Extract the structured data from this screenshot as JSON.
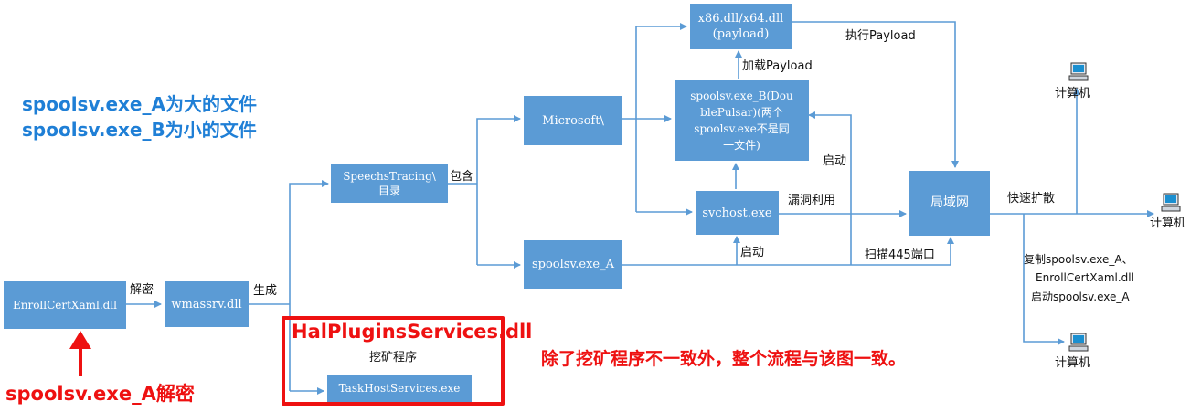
{
  "notes": {
    "a_large": "spoolsv.exe_A为大的文件",
    "b_small": "spoolsv.exe_B为小的文件",
    "decrypt": "spoolsv.exe_A解密",
    "halplugins": "HalPluginsServices.dll",
    "consistency": "除了挖矿程序不一致外，整个流程与该图一致。"
  },
  "nodes": {
    "enrollcert": "EnrollCertXaml.dll",
    "wmassrv": "wmassrv.dll",
    "speechstracing": "SpeechsTracing\\\n目录",
    "microsoft": "Microsoft\\",
    "spoolsv_a": "spoolsv.exe_A",
    "payload": "x86.dll/x64.dll\n(payload)",
    "spoolsv_b": "spoolsv.exe_B(Dou\nblePulsar)(两个\nspoolsv.exe不是同\n一文件)",
    "svchost": "svchost.exe",
    "lan": "局域网",
    "taskhost": "TaskHostServices.exe"
  },
  "labels": {
    "decrypt": "解密",
    "generate": "生成",
    "contains": "包含",
    "exec_payload": "执行Payload",
    "load_payload": "加载Payload",
    "start_b": "启动",
    "exploit": "漏洞利用",
    "start_svchost": "启动",
    "scan": "扫描445端口",
    "fast_spread": "快速扩散",
    "copy_1": "复制spoolsv.exe_A、",
    "copy_2": "EnrollCertXaml.dll",
    "copy_3": "启动spoolsv.exe_A",
    "mining": "挖矿程序",
    "computer_top": "计算机",
    "computer_right": "计算机",
    "computer_bottom": "计算机"
  },
  "colors": {
    "box": "#5b9bd5",
    "connector": "#5b9bd5",
    "note_blue": "#1f7fd6",
    "note_red": "#ee1111"
  },
  "icons": [
    "computer-icon",
    "red-arrow-up"
  ]
}
